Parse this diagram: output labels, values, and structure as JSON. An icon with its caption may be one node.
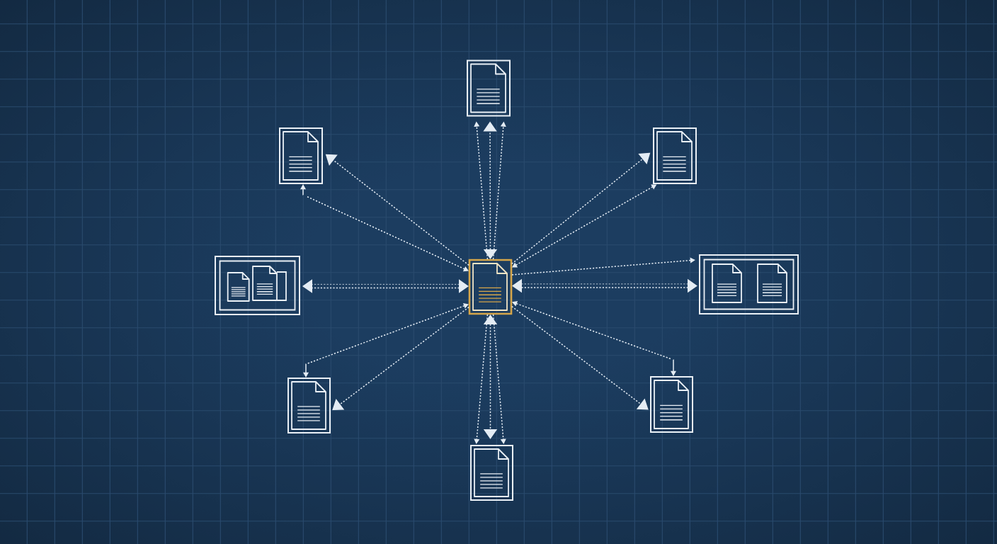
{
  "diagram": {
    "nodes": [
      {
        "text": [],
        "shape": "document"
      },
      {
        "text": [],
        "shape": "document"
      },
      {
        "text": [],
        "shape": "document"
      },
      {
        "text": [],
        "shape": "box"
      },
      {
        "text": [],
        "shape": "document",
        "in": 3
      },
      {
        "text": [],
        "shape": "document",
        "in": 3
      },
      {
        "text": [],
        "shape": "document"
      },
      {
        "text": [],
        "shape": "box"
      },
      {
        "text": [],
        "shape": "document",
        "in": 7
      },
      {
        "text": [],
        "shape": "document",
        "in": 7
      },
      {
        "text": [],
        "shape": "document"
      },
      {
        "text": [],
        "shape": "document"
      },
      {
        "text": [],
        "shape": "document"
      }
    ],
    "edges": [
      {
        "from": 6,
        "to": 0,
        "arrow": "to"
      },
      {
        "from": 6,
        "to": 0,
        "arrow": "both"
      },
      {
        "from": 6,
        "to": 0,
        "arrow": "to"
      },
      {
        "from": 6,
        "to": 1,
        "arrow": "to"
      },
      {
        "from": 6,
        "to": 1,
        "arrow": "both"
      },
      {
        "from": 6,
        "to": 2,
        "arrow": "to"
      },
      {
        "from": 6,
        "to": 2,
        "arrow": "both"
      },
      {
        "from": 6,
        "to": 7,
        "arrow": "to"
      },
      {
        "from": 6,
        "to": 7,
        "arrow": "both"
      },
      {
        "from": 6,
        "to": 11,
        "arrow": "both"
      },
      {
        "from": 6,
        "to": 11,
        "arrow": "to"
      },
      {
        "from": 6,
        "to": 12,
        "arrow": "to"
      },
      {
        "from": 6,
        "to": 12,
        "arrow": "both"
      },
      {
        "from": 6,
        "to": 12,
        "arrow": "to"
      },
      {
        "from": 6,
        "to": 10,
        "arrow": "both"
      },
      {
        "from": 6,
        "to": 10,
        "arrow": "to"
      },
      {
        "from": 6,
        "to": 3,
        "arrow": "both"
      }
    ]
  }
}
